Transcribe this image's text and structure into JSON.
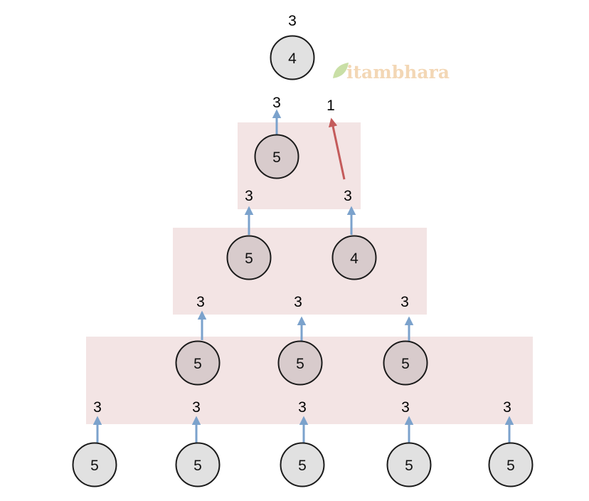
{
  "watermark": {
    "text": "itambhara",
    "color": "#f3d7b5",
    "leaf_color": "#c9dfa6"
  },
  "colors": {
    "panel": "#f3e4e4",
    "node_gray": "#e1e1e1",
    "node_mauve": "#d8cbcc",
    "arrow_blue": "#7ba2cc",
    "arrow_red": "#c45b5b"
  },
  "top": {
    "label": "3",
    "node_value": "4"
  },
  "level1": {
    "node_value": "5",
    "label_out": "3",
    "red_label": "1",
    "inputs": [
      "3",
      "3"
    ]
  },
  "level2": {
    "nodes": [
      "5",
      "4"
    ],
    "inputs": [
      "3",
      "3",
      "3"
    ]
  },
  "level3": {
    "nodes": [
      "5",
      "5",
      "5"
    ],
    "inputs": [
      "3",
      "3",
      "3",
      "3",
      "3"
    ]
  },
  "bottom": {
    "nodes": [
      "5",
      "5",
      "5",
      "5",
      "5"
    ]
  }
}
